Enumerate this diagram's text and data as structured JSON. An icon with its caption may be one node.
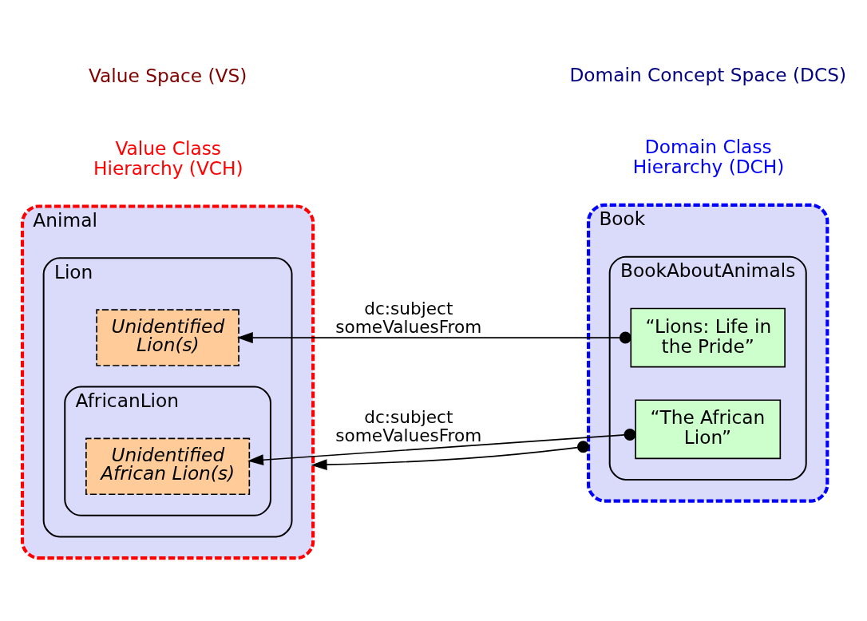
{
  "diagram": {
    "nodes": [
      {
        "text": [
          "Animal"
        ],
        "beside": [
          "Value Class Hierarchy (VCH)"
        ]
      },
      {
        "text": [
          "Lion"
        ],
        "in": 0
      },
      {
        "text": [
          "Unidentified Lion(s)"
        ],
        "in": 1
      },
      {
        "text": [
          "AfricanLion"
        ],
        "in": 1
      },
      {
        "text": [
          "Unidentified African Lion(s)"
        ],
        "in": 3
      },
      {
        "text": [
          "Book"
        ],
        "beside": [
          "Domain Class Hierarchy (DCH)"
        ]
      },
      {
        "text": [
          "BookAboutAnimals"
        ],
        "in": 5
      },
      {
        "text": [
          "“Lions: Life in the Pride”"
        ],
        "in": 6
      },
      {
        "text": [
          "“The African Lion”"
        ],
        "in": 6
      }
    ],
    "edges": [
      {
        "from": 7,
        "to": 2,
        "arrow": "to",
        "label": "dc:subject someValuesFrom"
      },
      {
        "from": 8,
        "to": 4,
        "arrow": "to",
        "label": "dc:subject someValuesFrom"
      },
      {
        "from": 5,
        "to": 0,
        "arrow": "to"
      }
    ],
    "labels": [
      "Value Space (VS)",
      "Domain Concept Space (DCS)"
    ]
  }
}
